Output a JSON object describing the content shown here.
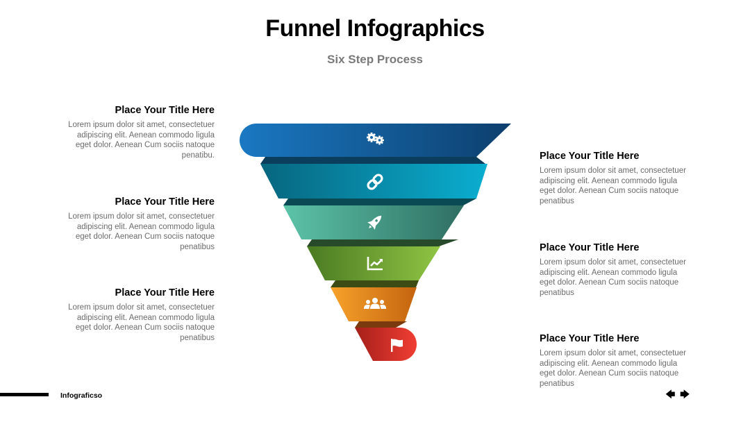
{
  "header": {
    "title": "Funnel Infographics",
    "subtitle": "Six Step Process"
  },
  "colors": {
    "step1": "#1565a9",
    "step2": "#0a92b3",
    "step3": "#4fae98",
    "step4": "#6a9d34",
    "step5": "#f0891e",
    "step6": "#e0352e"
  },
  "steps": [
    {
      "icon": "gears-icon",
      "title": "Place Your Title Here",
      "text": [
        "Lorem ipsum dolor sit amet, consectetuer",
        "adipiscing elit. Aenean commodo ligula",
        "eget dolor. Aenean Cum sociis natoque",
        "penatibu."
      ]
    },
    {
      "icon": "link-icon",
      "title": "Place Your Title Here",
      "text": [
        "Lorem ipsum dolor sit amet, consectetuer",
        "adipiscing elit. Aenean commodo ligula",
        "eget dolor. Aenean Cum sociis natoque",
        "penatibus"
      ]
    },
    {
      "icon": "rocket-icon",
      "title": "Place Your Title Here",
      "text": [
        "Lorem ipsum dolor sit amet, consectetuer",
        "adipiscing elit. Aenean commodo ligula",
        "eget dolor. Aenean Cum sociis natoque",
        "penatibus"
      ]
    },
    {
      "icon": "chart-icon",
      "title": "Place Your Title Here",
      "text": [
        "Lorem ipsum dolor sit amet, consectetuer",
        "adipiscing elit. Aenean commodo ligula",
        "eget dolor. Aenean Cum sociis natoque",
        "penatibus"
      ]
    },
    {
      "icon": "team-icon",
      "title": "Place Your Title Here",
      "text": [
        "Lorem ipsum dolor sit amet, consectetuer",
        "adipiscing elit. Aenean commodo ligula",
        "eget dolor. Aenean Cum sociis natoque",
        "penatibus"
      ]
    },
    {
      "icon": "flag-icon",
      "title": "Place Your Title Here",
      "text": [
        "Lorem ipsum dolor sit amet, consectetuer",
        "adipiscing elit. Aenean commodo ligula",
        "eget dolor. Aenean Cum sociis natoque",
        "penatibus"
      ]
    }
  ],
  "footer": {
    "brand": "Infograficso",
    "prev_arrow": "🡄",
    "next_arrow": "🡆"
  }
}
